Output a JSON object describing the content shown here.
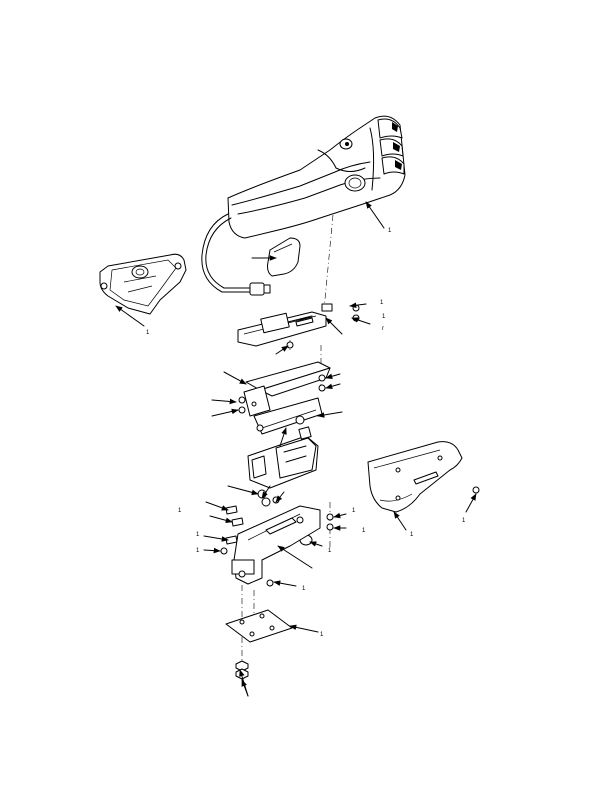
{
  "figure": {
    "callouts": [
      {
        "id": "c1",
        "text": "1"
      },
      {
        "id": "c2",
        "text": "1"
      },
      {
        "id": "c3",
        "text": "1"
      },
      {
        "id": "c4",
        "text": "1"
      },
      {
        "id": "c5",
        "text": "r"
      },
      {
        "id": "c6",
        "text": "1"
      },
      {
        "id": "c7",
        "text": "1"
      },
      {
        "id": "c8",
        "text": "1"
      },
      {
        "id": "c9",
        "text": "1"
      },
      {
        "id": "c10",
        "text": "1"
      },
      {
        "id": "c11",
        "text": "1"
      },
      {
        "id": "c12",
        "text": "1"
      },
      {
        "id": "c13",
        "text": "1"
      },
      {
        "id": "c14",
        "text": "1"
      },
      {
        "id": "c15",
        "text": "1"
      }
    ]
  }
}
